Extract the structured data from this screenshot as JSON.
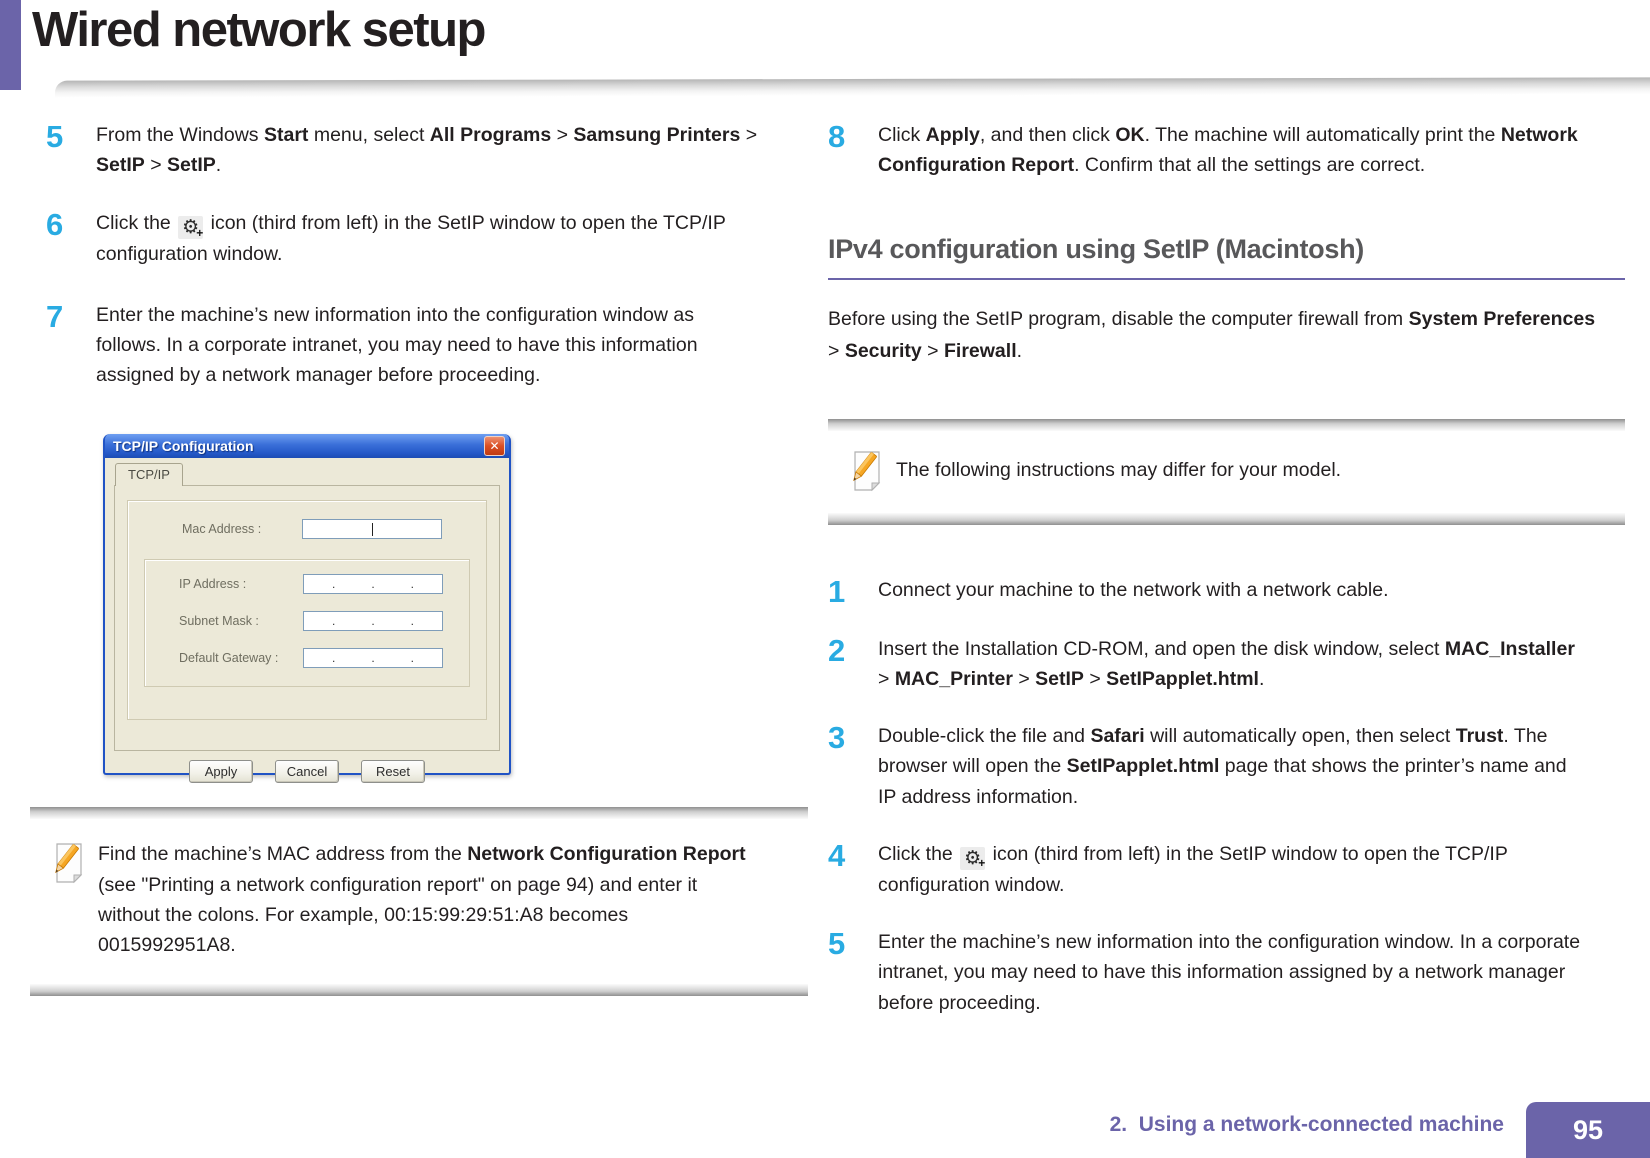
{
  "colors": {
    "accent_purple": "#6b64a9",
    "step_number_cyan": "#29abe2",
    "heading_gray": "#58585a",
    "body_text": "#231f20"
  },
  "page": {
    "title": "Wired network setup",
    "footer_chapter": "2.  Using a network-connected machine",
    "footer_page_number": "95"
  },
  "left_column": {
    "steps": [
      {
        "num": "5",
        "segments": [
          {
            "t": "From the Windows "
          },
          {
            "t": "Start",
            "b": true
          },
          {
            "t": " menu, select "
          },
          {
            "t": "All Programs",
            "b": true
          },
          {
            "t": " > "
          },
          {
            "t": "Samsung Printers",
            "b": true
          },
          {
            "t": " > "
          },
          {
            "t": "SetIP",
            "b": true
          },
          {
            "t": " > "
          },
          {
            "t": "SetIP",
            "b": true
          },
          {
            "t": "."
          }
        ],
        "cls": "sL5"
      },
      {
        "num": "6",
        "segments": [
          {
            "t": "Click the "
          },
          {
            "icon": "gear-plus-icon",
            "glyph": "⚙",
            "plus": "+"
          },
          {
            "t": " icon (third from left) in the SetIP window to open the TCP/IP configuration window."
          }
        ],
        "cls": "sL6"
      },
      {
        "num": "7",
        "segments": [
          {
            "t": "Enter the machine’s new information into the configuration window as follows. In a corporate intranet, you may need to have this information assigned by a network manager before proceeding."
          }
        ],
        "cls": "sL7"
      }
    ],
    "note_segments": [
      {
        "t": "Find the machine’s MAC address from the "
      },
      {
        "t": "Network Configuration Report",
        "b": true
      },
      {
        "t": " (see \"Printing a network configuration report\" on page 94) and enter it without the colons. For example, 00:15:99:29:51:A8 becomes 0015992951A8."
      }
    ]
  },
  "dialog": {
    "title": "TCP/IP Configuration",
    "close_glyph": "✕",
    "tab_label": "TCP/IP",
    "fields_top": [
      {
        "name": "mac-address",
        "label": "Mac Address :",
        "value": "",
        "caret": true
      }
    ],
    "fields_inner": [
      {
        "name": "ip-address",
        "label": "IP Address :",
        "value": "",
        "dots": true
      },
      {
        "name": "subnet-mask",
        "label": "Subnet Mask :",
        "value": "",
        "dots": true
      },
      {
        "name": "default-gateway",
        "label": "Default Gateway :",
        "value": "",
        "dots": true
      }
    ],
    "buttons": [
      "Apply",
      "Cancel",
      "Reset"
    ]
  },
  "right_column": {
    "steps_top": [
      {
        "num": "8",
        "segments": [
          {
            "t": "Click "
          },
          {
            "t": "Apply",
            "b": true
          },
          {
            "t": ", and then click "
          },
          {
            "t": "OK",
            "b": true
          },
          {
            "t": ". The machine will automatically print the "
          },
          {
            "t": "Network Configuration Report",
            "b": true
          },
          {
            "t": ". Confirm that all the settings are correct."
          }
        ]
      }
    ],
    "section_heading": "IPv4 configuration using SetIP (Macintosh)",
    "intro_segments": [
      {
        "t": "Before using the SetIP program, disable the computer firewall from "
      },
      {
        "t": "System Preferences",
        "b": true
      },
      {
        "t": " > "
      },
      {
        "t": "Security",
        "b": true
      },
      {
        "t": " > "
      },
      {
        "t": "Firewall",
        "b": true
      },
      {
        "t": "."
      }
    ],
    "note_segments": [
      {
        "t": "The following instructions may differ for your model."
      }
    ],
    "steps": [
      {
        "num": "1",
        "segments": [
          {
            "t": "Connect your machine to the network with a network cable."
          }
        ]
      },
      {
        "num": "2",
        "segments": [
          {
            "t": "Insert the Installation CD-ROM, and open the disk window, select "
          },
          {
            "t": "MAC_Installer",
            "b": true
          },
          {
            "t": " > "
          },
          {
            "t": "MAC_Printer",
            "b": true
          },
          {
            "t": " > "
          },
          {
            "t": "SetIP",
            "b": true
          },
          {
            "t": " > "
          },
          {
            "t": "SetIPapplet.html",
            "b": true
          },
          {
            "t": "."
          }
        ]
      },
      {
        "num": "3",
        "segments": [
          {
            "t": "Double-click the file and "
          },
          {
            "t": "Safari",
            "b": true
          },
          {
            "t": " will automatically open, then select "
          },
          {
            "t": "Trust",
            "b": true
          },
          {
            "t": ". The browser will open the "
          },
          {
            "t": "SetIPapplet.html",
            "b": true
          },
          {
            "t": " page that shows the printer’s name and IP address information."
          }
        ]
      },
      {
        "num": "4",
        "segments": [
          {
            "t": "Click the "
          },
          {
            "icon": "gear-plus-icon",
            "glyph": "⚙",
            "plus": "+"
          },
          {
            "t": " icon (third from left) in the SetIP window to open the TCP/IP configuration window."
          }
        ]
      },
      {
        "num": "5",
        "segments": [
          {
            "t": "Enter the machine’s new information into the configuration window. In a corporate intranet, you may need to have this information assigned by a network manager before proceeding."
          }
        ]
      }
    ]
  }
}
